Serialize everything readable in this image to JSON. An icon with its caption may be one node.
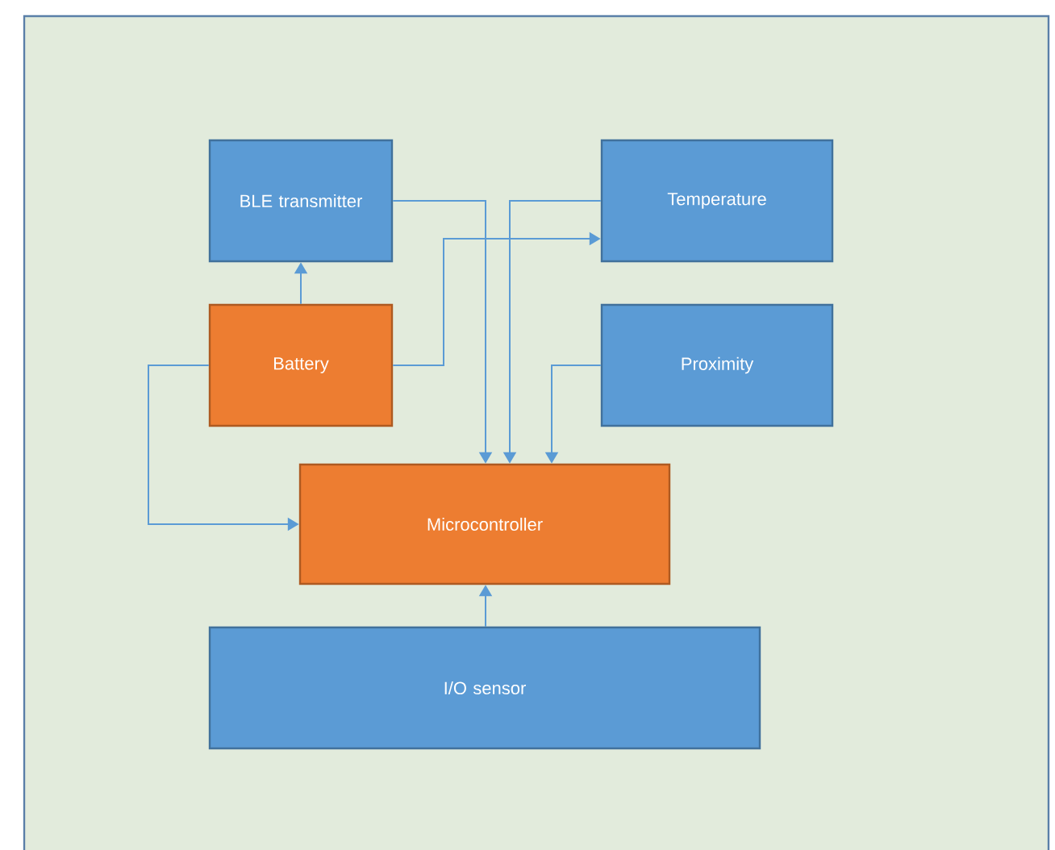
{
  "diagram": {
    "nodes": [
      {
        "text": [
          "BLE transmitter"
        ]
      },
      {
        "text": [
          "Temperature"
        ]
      },
      {
        "text": [
          "Battery"
        ]
      },
      {
        "text": [
          "Proximity"
        ]
      },
      {
        "text": [
          "Microcontroller"
        ]
      },
      {
        "text": [
          "I/O sensor"
        ]
      }
    ],
    "edges": [
      {
        "from": 2,
        "to": 0,
        "arrow": "to"
      },
      {
        "from": 2,
        "to": 1,
        "arrow": "to"
      },
      {
        "from": 0,
        "to": 4,
        "arrow": "to"
      },
      {
        "from": 1,
        "to": 4,
        "arrow": "to"
      },
      {
        "from": 3,
        "to": 4,
        "arrow": "to"
      },
      {
        "from": 2,
        "to": 4,
        "arrow": "to"
      },
      {
        "from": 5,
        "to": 4,
        "arrow": "to"
      }
    ]
  }
}
